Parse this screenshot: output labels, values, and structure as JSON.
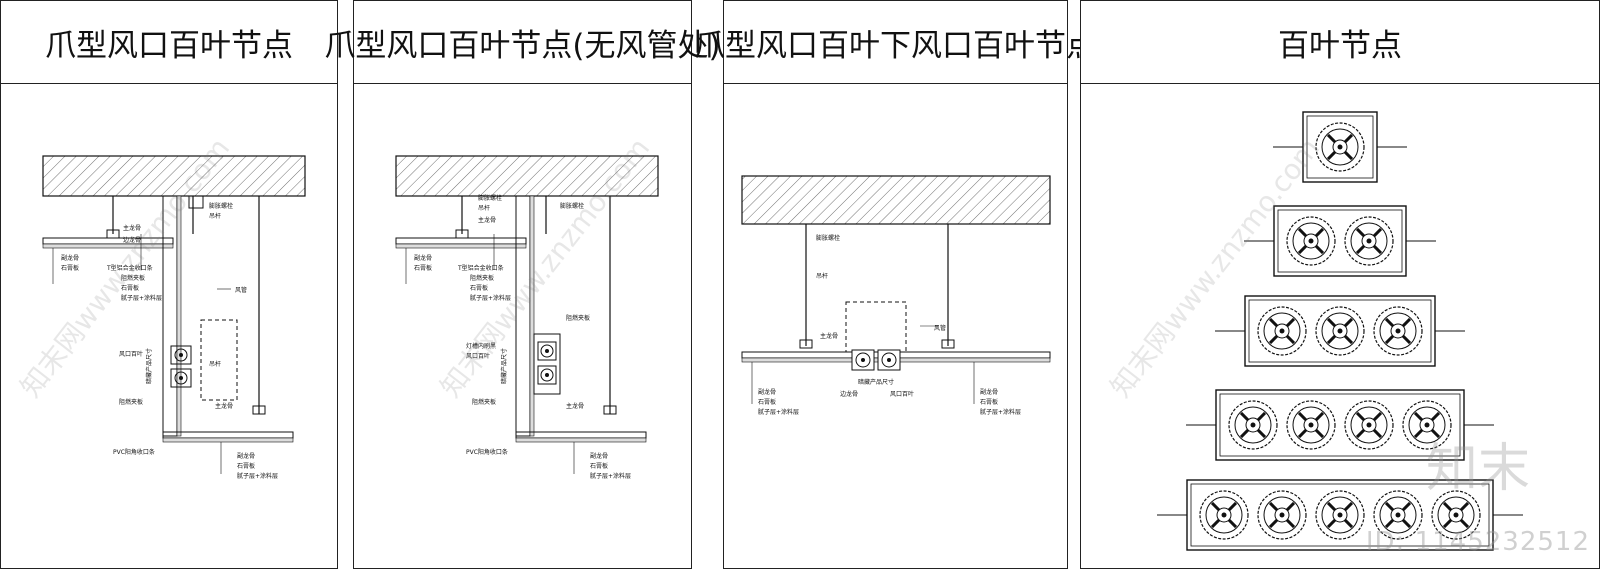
{
  "panels": [
    {
      "title": "爪型风口百叶节点",
      "labels": [
        "膨胀螺栓",
        "吊杆",
        "主龙骨",
        "边龙骨",
        "副龙骨",
        "石膏板",
        "T型铝合金收口条",
        "阻燃夹板",
        "石膏板",
        "腻子层+涂料层",
        "风管",
        "风口百叶",
        "吊杆",
        "暗藏产品尺寸",
        "阻燃夹板",
        "主龙骨",
        "PVC阳角收口条",
        "副龙骨",
        "石膏板",
        "腻子层+涂料层"
      ]
    },
    {
      "title": "爪型风口百叶节点(无风管处)",
      "labels": [
        "膨胀螺栓",
        "吊杆",
        "主龙骨",
        "膨胀螺栓",
        "副龙骨",
        "石膏板",
        "T型铝合金收口条",
        "阻燃夹板",
        "石膏板",
        "腻子层+涂料层",
        "阻燃夹板",
        "灯槽内刷黑",
        "风口百叶",
        "暗藏产品尺寸",
        "阻燃夹板",
        "主龙骨",
        "PVC阳角收口条",
        "副龙骨",
        "石膏板",
        "腻子层+涂料层"
      ]
    },
    {
      "title": "爪型风口百叶下风口百叶节点",
      "labels": [
        "膨胀螺栓",
        "吊杆",
        "主龙骨",
        "风管",
        "暗藏产品尺寸",
        "边龙骨",
        "风口百叶",
        "副龙骨",
        "石膏板",
        "腻子层+涂料层",
        "副龙骨",
        "石膏板",
        "腻子层+涂料层"
      ]
    },
    {
      "title": "百叶节点",
      "labels": []
    }
  ],
  "watermark": {
    "diagonal": "知末网www.znzmo.com",
    "brand": "知末",
    "id": "ID: 1145232512"
  },
  "colors": {
    "line": "#111111",
    "hatch": "#333333",
    "watermark": "#999999"
  }
}
